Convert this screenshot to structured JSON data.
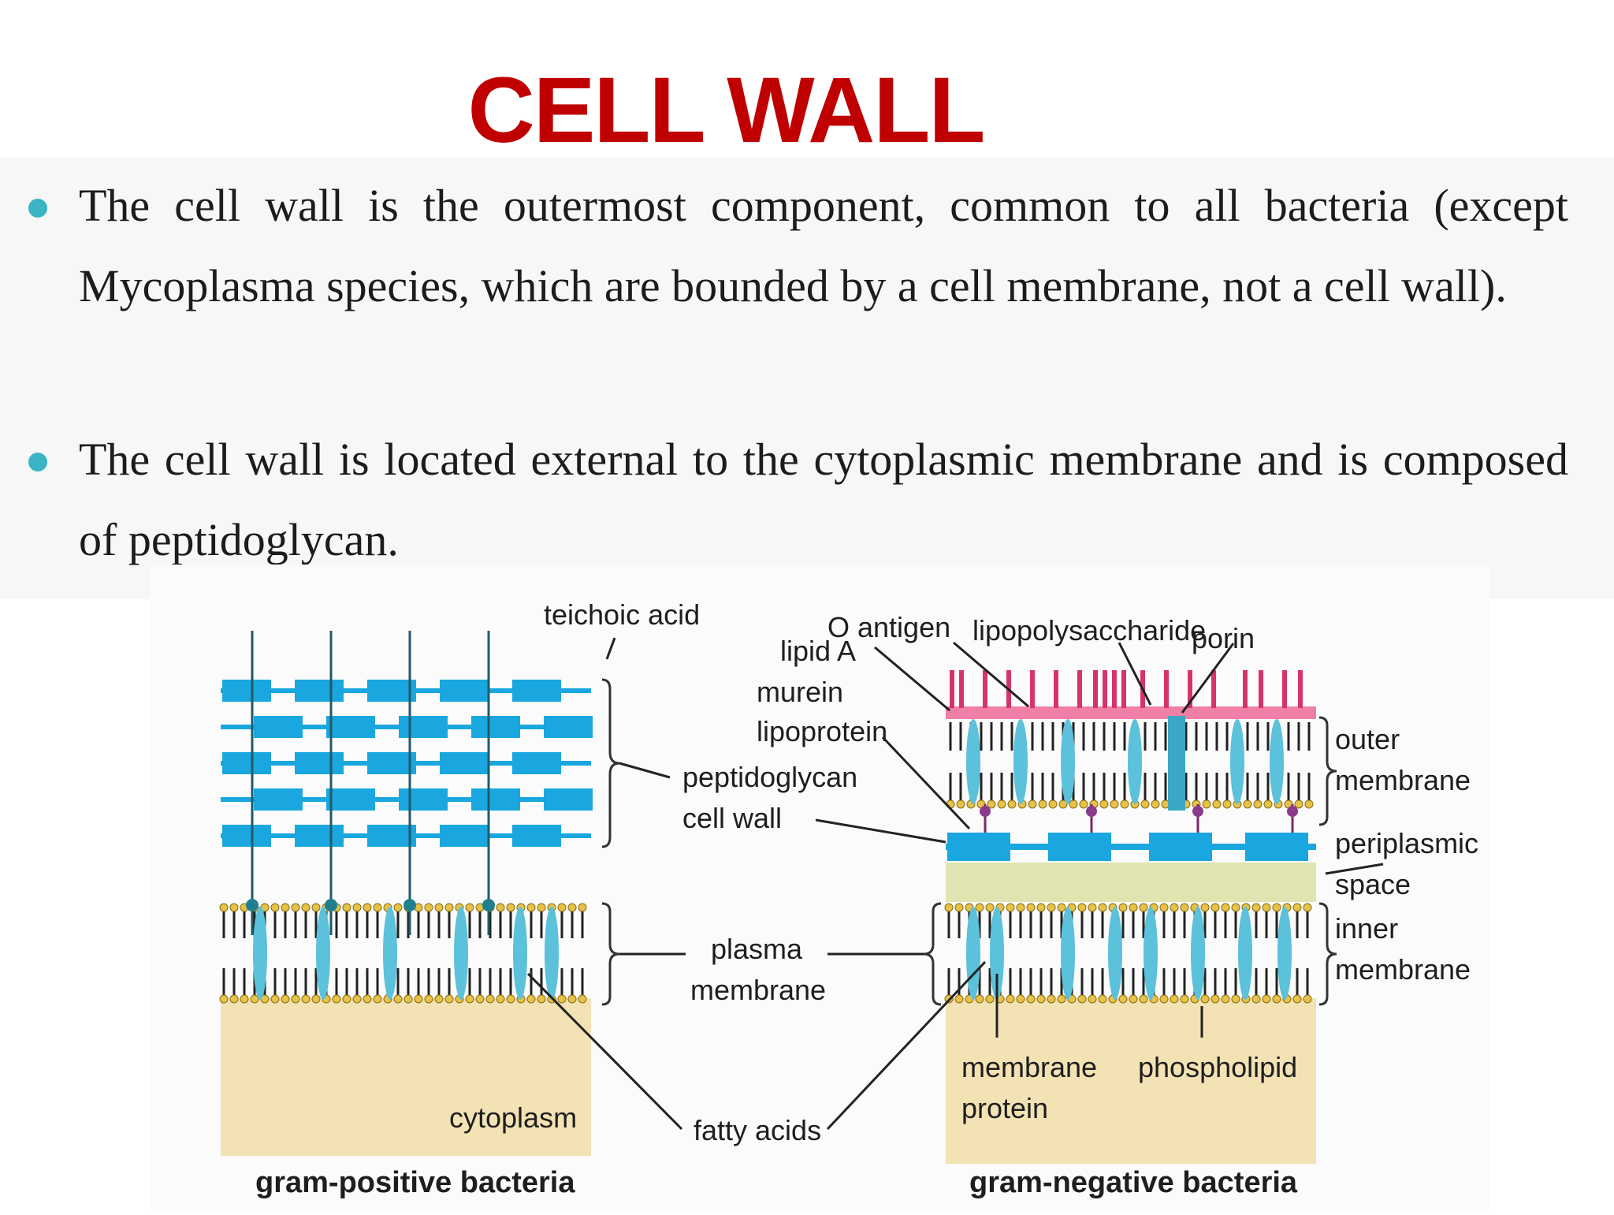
{
  "title": "CELL WALL",
  "colors": {
    "title": "#c00000",
    "bullet": "#3bb4c4",
    "peptidoglycan": "#1aa7df",
    "cytoplasm": "#f3e2b4",
    "periplasm": "#dfe4b0",
    "lps": "#ef7fa6",
    "protein": "#5cc1da",
    "head": "#e6c24a"
  },
  "bullets": [
    {
      "text": "The cell wall is the outermost component, common to all bacteria (except Mycoplasma species, which are bounded by a cell membrane, not a cell wall)."
    },
    {
      "text": "The cell wall is located external to the cytoplasmic membrane and is composed of peptidoglycan."
    }
  ],
  "diagram": {
    "labels": {
      "teichoic_acid": "teichoic acid",
      "o_antigen": "O antigen",
      "lipopolysaccharide": "lipopolysaccharide",
      "porin": "porin",
      "lipid_a": "lipid A",
      "murein": "murein",
      "lipoprotein": "lipoprotein",
      "peptidoglycan": "peptidoglycan",
      "cell_wall": "cell wall",
      "outer": "outer",
      "membrane": "membrane",
      "periplasmic": "periplasmic",
      "space": "space",
      "plasma": "plasma",
      "inner": "inner",
      "membrane_protein": "membrane",
      "protein": "protein",
      "phospholipid": "phospholipid",
      "cytoplasm": "cytoplasm",
      "fatty_acids": "fatty acids"
    },
    "captions": {
      "gram_positive": "gram-positive bacteria",
      "gram_negative": "gram-negative bacteria"
    }
  }
}
